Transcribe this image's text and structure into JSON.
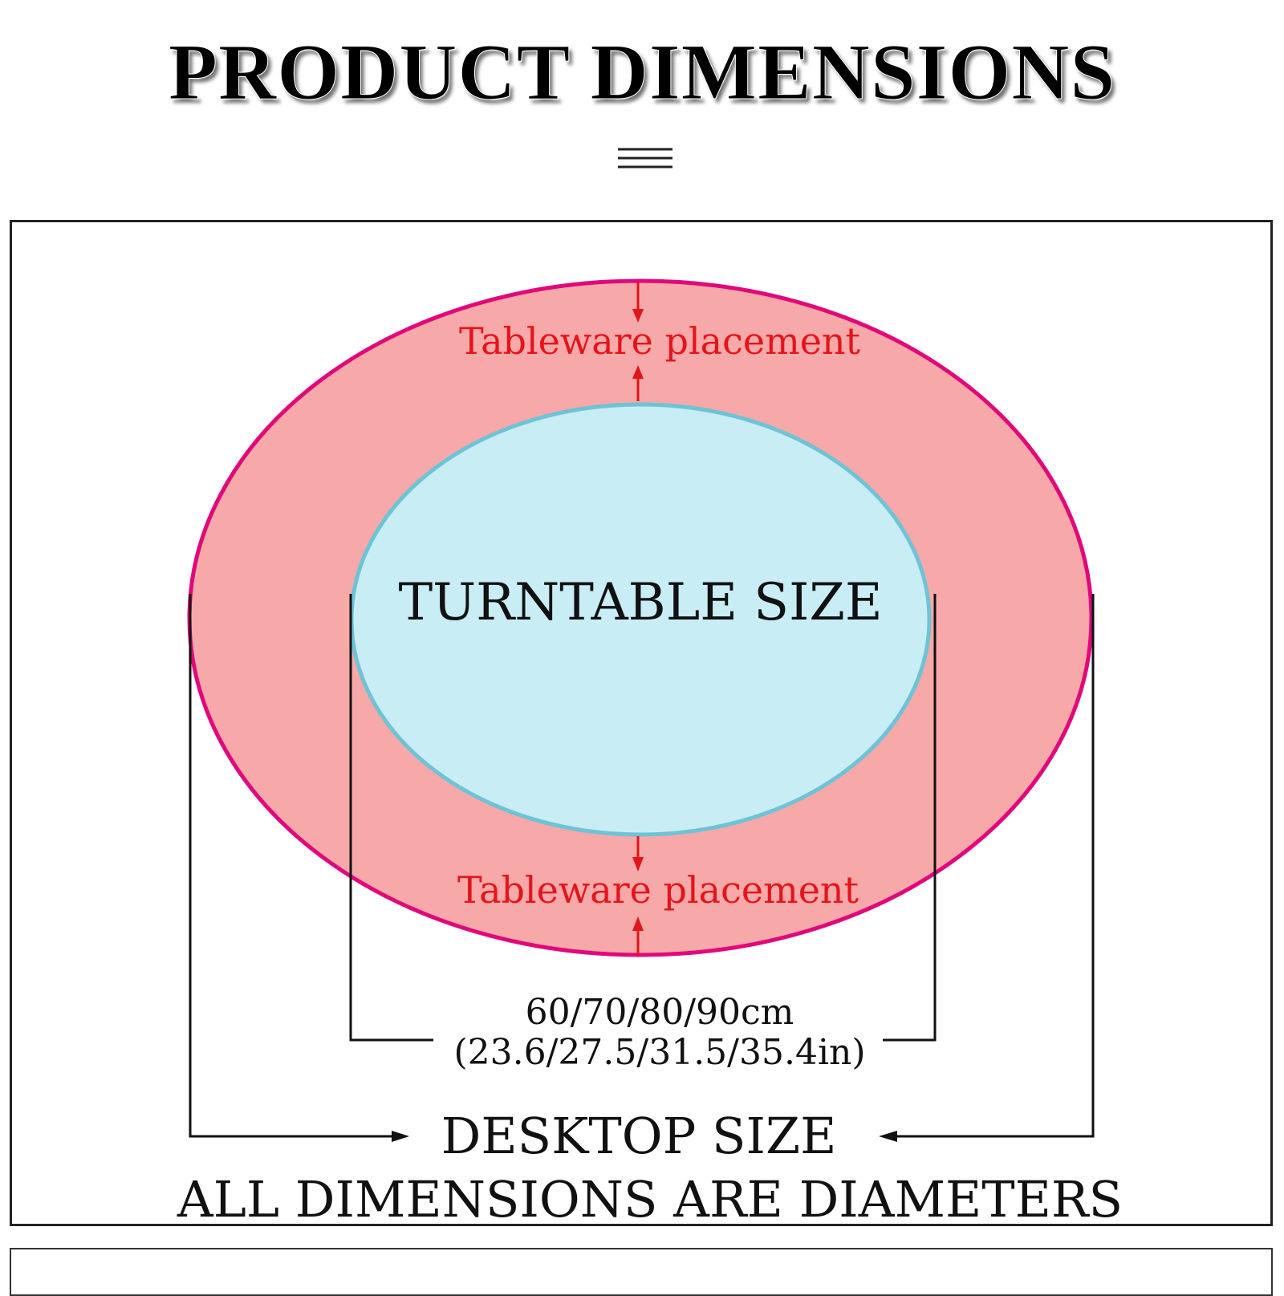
{
  "title": "PRODUCT DIMENSIONS",
  "diagram": {
    "tableware_top_label": "Tableware placement",
    "tableware_bottom_label": "Tableware placement",
    "turntable_label": "TURNTABLE SIZE",
    "turntable_size_cm": "60/70/80/90cm",
    "turntable_size_in": "(23.6/27.5/31.5/35.4in)",
    "desktop_label": "DESKTOP SIZE",
    "note": "ALL DIMENSIONS ARE DIAMETERS"
  },
  "colors": {
    "outer_fill": "#f7a8a8",
    "outer_stroke": "#e0087a",
    "inner_fill": "#c8edf5",
    "inner_stroke": "#6ec3d6",
    "arrow_red": "#e4141b",
    "label_red": "#e4141b",
    "line_black": "#111111"
  },
  "icons": {
    "divider": "triple-line-divider-icon"
  }
}
